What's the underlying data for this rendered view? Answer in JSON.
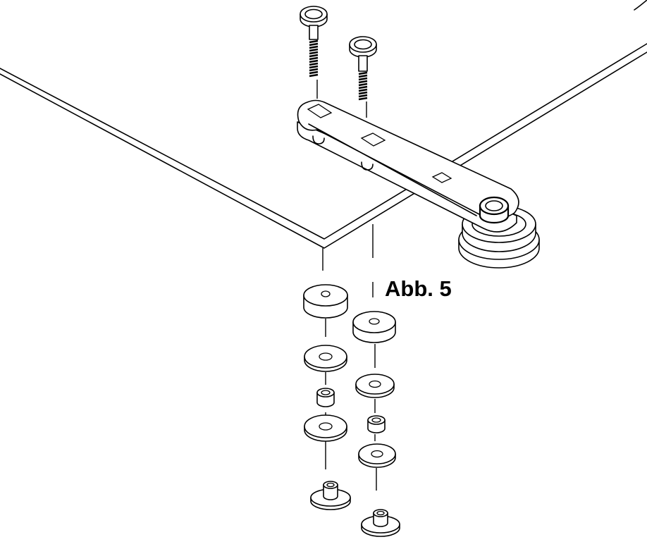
{
  "figure": {
    "label": "Abb. 5"
  },
  "colors": {
    "line": "#000000",
    "background": "#ffffff"
  },
  "parts": [
    "baseplate",
    "link-arm",
    "pulley",
    "screw-left",
    "screw-right",
    "spacer-thick",
    "washer",
    "bushing",
    "foot-stud"
  ]
}
